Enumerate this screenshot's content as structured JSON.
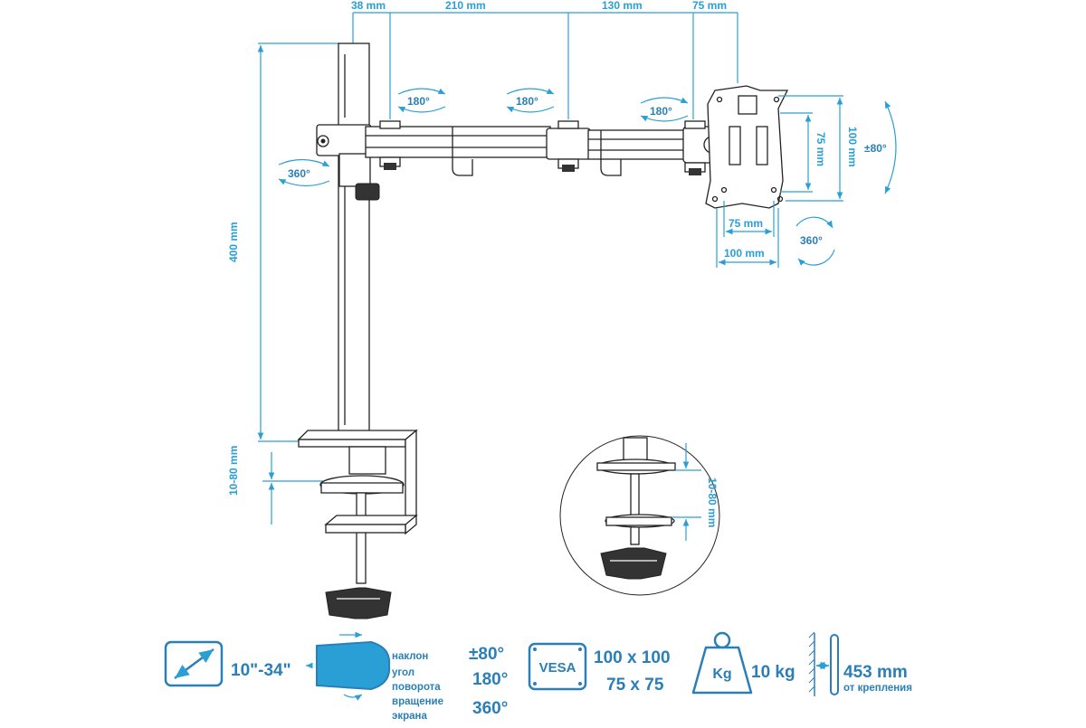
{
  "colors": {
    "accent": "#2a9fd6",
    "label": "#2a7fb8",
    "ink": "#222222"
  },
  "dimensions": {
    "top": [
      "38 mm",
      "210 mm",
      "130 mm",
      "75 mm"
    ],
    "pole_height": "400 mm",
    "desk_thickness": "10-80 mm",
    "vesa_vertical_75": "75 mm",
    "vesa_vertical_100": "100 mm",
    "vesa_horizontal_75": "75 mm",
    "vesa_horizontal_100": "100 mm",
    "tilt": "±80°",
    "inset_thickness": "10-80 mm"
  },
  "rotations": {
    "joint1": "180°",
    "joint2": "180°",
    "joint3": "180°",
    "pole": "360°",
    "plate": "360°"
  },
  "specs": {
    "screen_size": "10\"-34\"",
    "tilt_label": "наклон",
    "tilt_value": "±80°",
    "angle_label_1": "угол",
    "angle_label_2": "поворота",
    "angle_value": "180°",
    "rotation_label_1": "вращение",
    "rotation_label_2": "экрана",
    "rotation_value": "360°",
    "vesa_badge": "VESA",
    "vesa_1": "100 x 100",
    "vesa_2": "75 x 75",
    "weight_badge": "Kg",
    "weight": "10 kg",
    "reach": "453 mm",
    "reach_label": "от крепления"
  },
  "icons": [
    "diagonal-arrow-icon",
    "monitor-tilt-icon",
    "vesa-icon",
    "weight-icon",
    "wall-reach-icon"
  ]
}
